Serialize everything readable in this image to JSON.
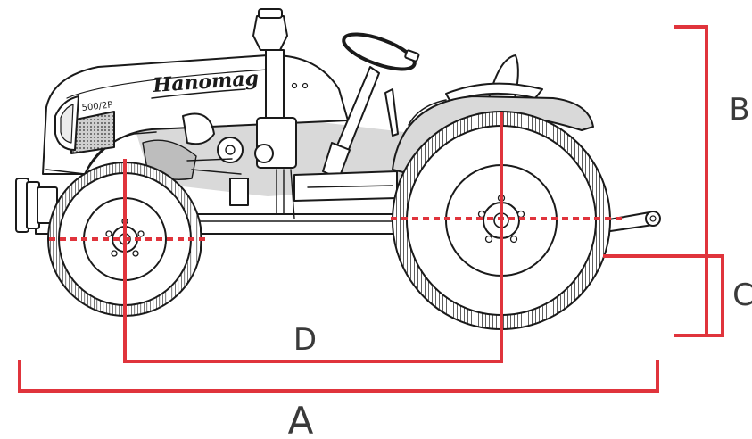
{
  "diagram": {
    "brand": "Hanomag",
    "model": "500/2P",
    "dimension_labels": {
      "a": "A",
      "b": "B",
      "c": "C",
      "d": "D"
    },
    "colors": {
      "dimension_line": "#e0343c",
      "outline": "#1a1a1a",
      "body_fill": "#ffffff",
      "shade_fill": "#d9d9d9",
      "label_text": "#3a3a3a"
    }
  }
}
